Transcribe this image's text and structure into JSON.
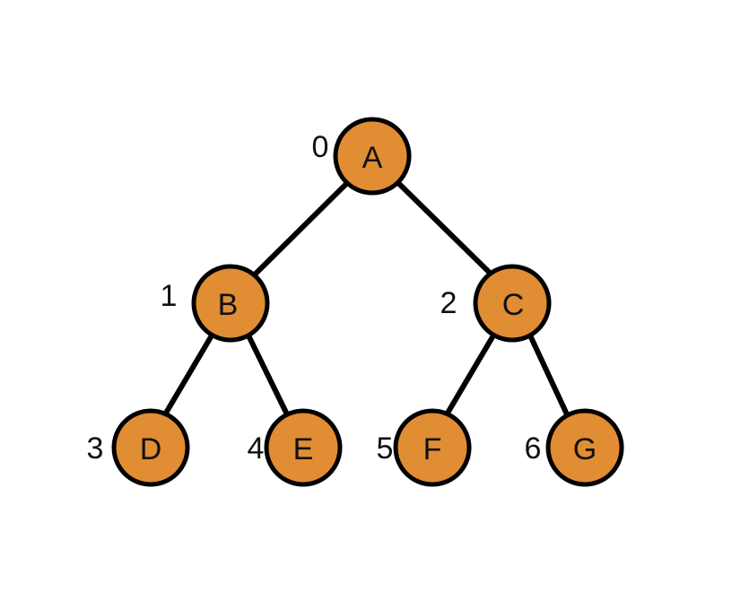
{
  "tree": {
    "node_fill": "#E08D33",
    "node_stroke": "#000000",
    "edge_color": "#000000",
    "nodes": [
      {
        "label": "A",
        "index": "0"
      },
      {
        "label": "B",
        "index": "1"
      },
      {
        "label": "C",
        "index": "2"
      },
      {
        "label": "D",
        "index": "3"
      },
      {
        "label": "E",
        "index": "4"
      },
      {
        "label": "F",
        "index": "5"
      },
      {
        "label": "G",
        "index": "6"
      }
    ],
    "edges": [
      {
        "from": "A",
        "to": "B"
      },
      {
        "from": "A",
        "to": "C"
      },
      {
        "from": "B",
        "to": "D"
      },
      {
        "from": "B",
        "to": "E"
      },
      {
        "from": "C",
        "to": "F"
      },
      {
        "from": "C",
        "to": "G"
      }
    ]
  }
}
